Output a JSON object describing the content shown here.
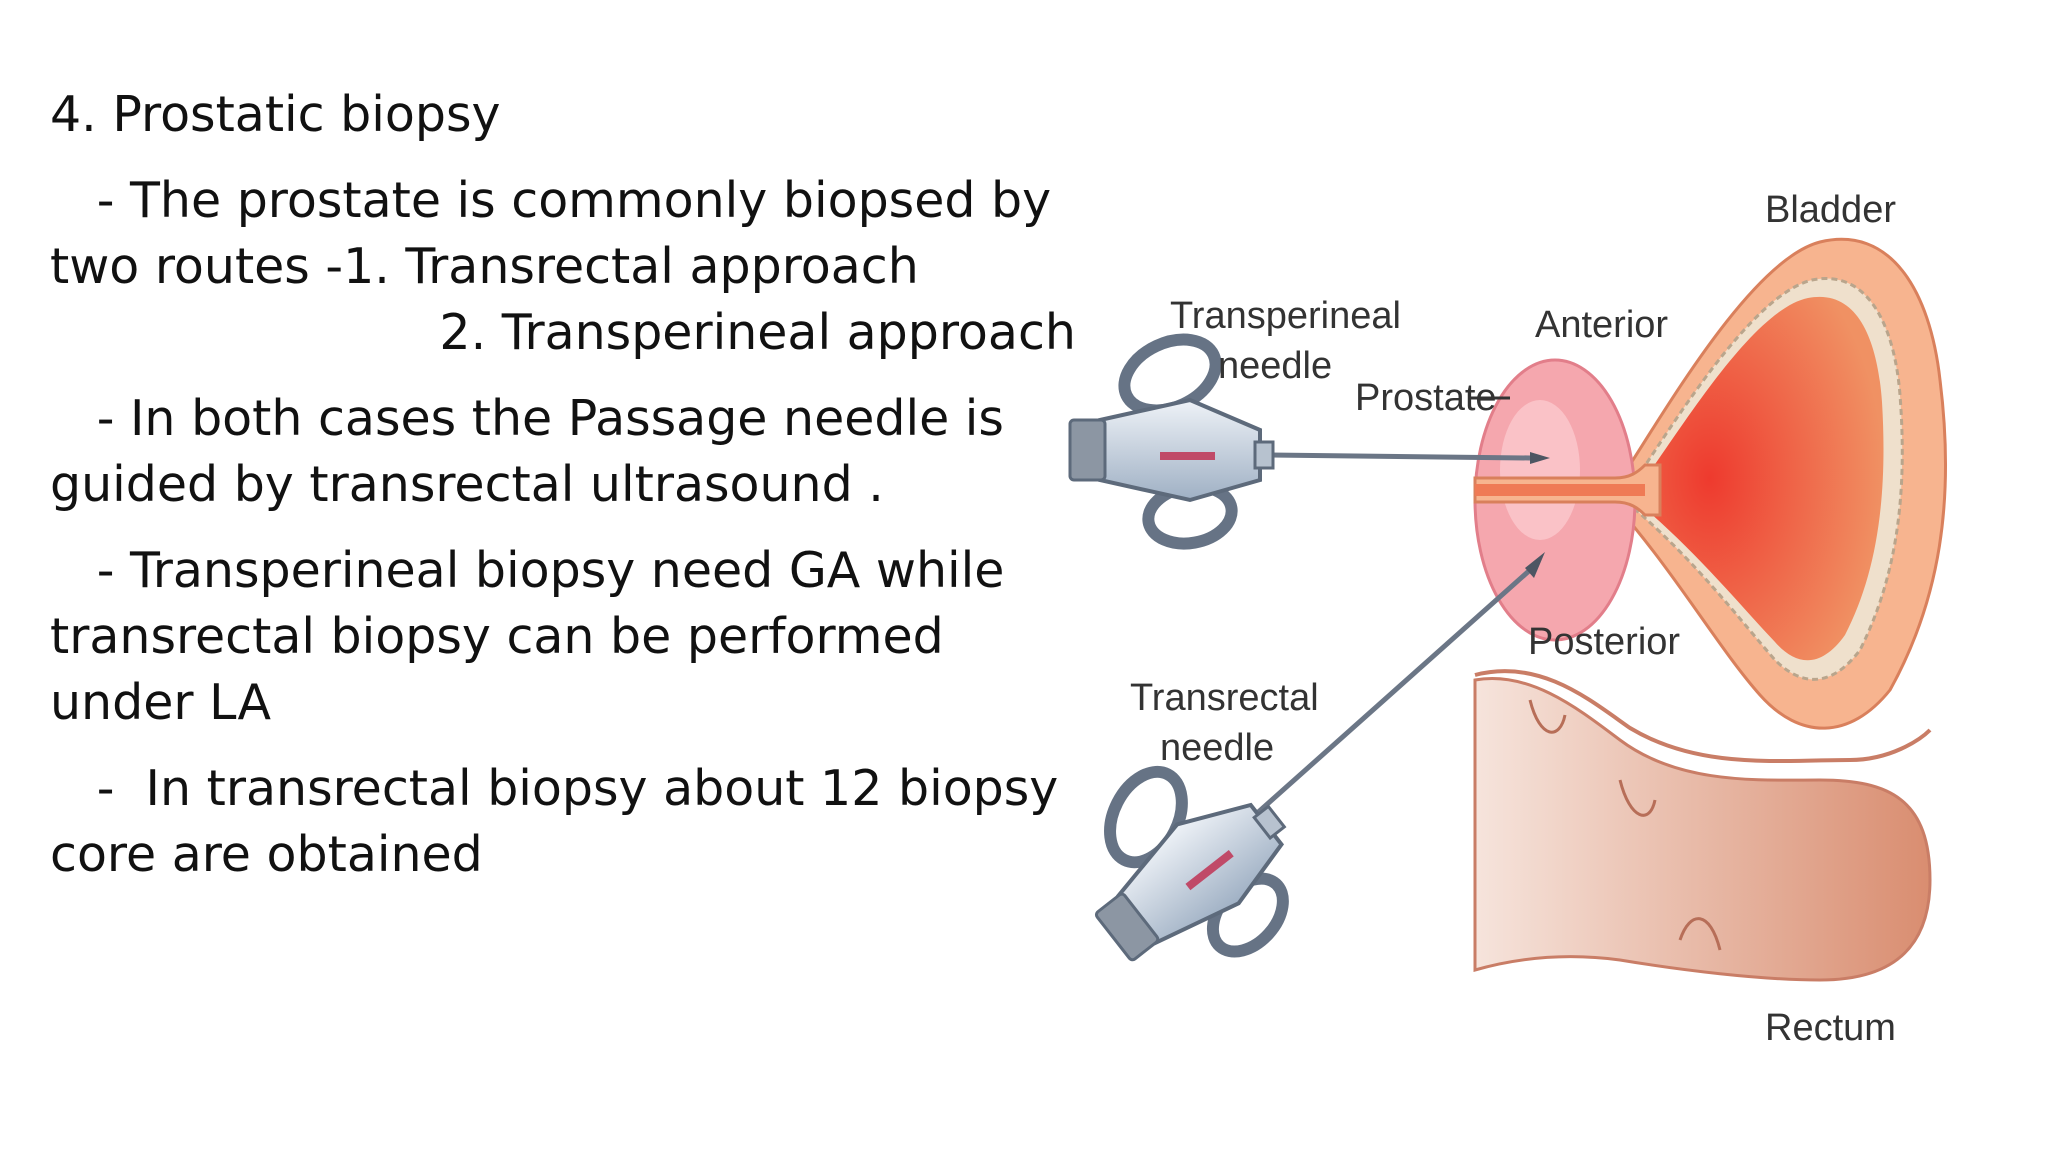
{
  "slide": {
    "heading": "4. Prostatic biopsy",
    "bullet1_line1": "   - The prostate is commonly biopsed by",
    "bullet1_line2": "two routes -1. Transrectal approach",
    "bullet1_line3": "                         2. Transperineal approach",
    "bullet2_line1": "   - In both cases the Passage needle is",
    "bullet2_line2": "guided by transrectal ultrasound .",
    "bullet3_line1": "   - Transperineal biopsy need GA while",
    "bullet3_line2": "transrectal biopsy can be performed",
    "bullet3_line3": "under LA",
    "bullet4_line1": "   -  In transrectal biopsy about 12 biopsy",
    "bullet4_line2": "core are obtained"
  },
  "diagram": {
    "labels": {
      "bladder": "Bladder",
      "anterior": "Anterior",
      "prostate": "Prostate",
      "transperineal_line1": "Transperineal",
      "transperineal_line2": "needle",
      "posterior": "Posterior",
      "transrectal_line1": "Transrectal",
      "transrectal_line2": "needle",
      "rectum": "Rectum"
    },
    "colors": {
      "bladder_wall": "#f7b48f",
      "bladder_lumen": "#ef7a55",
      "prostate": "#f5a7ae",
      "rectum": "#efcbbb",
      "needle_body": "#c8d3e0"
    }
  }
}
